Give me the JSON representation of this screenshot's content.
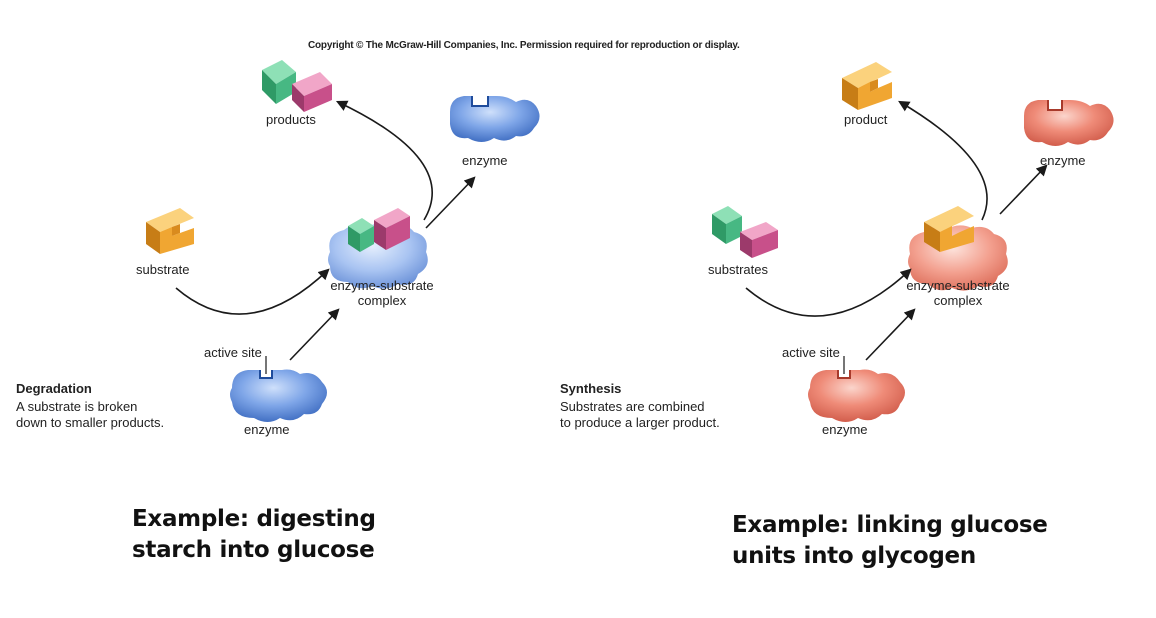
{
  "copyright": "Copyright © The McGraw-Hill Companies, Inc. Permission required for reproduction or display.",
  "colors": {
    "enzyme_blue": "#4a7fd1",
    "enzyme_red": "#e26a5a",
    "substrate_orange": "#f0a632",
    "product_green": "#3fae7a",
    "product_pink": "#c8508a",
    "arrow": "#1a1a1a"
  },
  "left": {
    "products_label": "products",
    "enzyme_top_label": "enzyme",
    "substrate_label": "substrate",
    "complex_label_line1": "enzyme-substrate",
    "complex_label_line2": "complex",
    "active_site_label": "active site",
    "enzyme_bottom_label": "enzyme",
    "caption_title": "Degradation",
    "caption_line1": "A substrate is broken",
    "caption_line2": "down to smaller products.",
    "example_line1": "Example: digesting",
    "example_line2": "starch into glucose"
  },
  "right": {
    "product_label": "product",
    "enzyme_top_label": "enzyme",
    "substrates_label": "substrates",
    "complex_label_line1": "enzyme-substrate",
    "complex_label_line2": "complex",
    "active_site_label": "active site",
    "enzyme_bottom_label": "enzyme",
    "caption_title": "Synthesis",
    "caption_line1": "Substrates  are combined",
    "caption_line2": "to produce a larger product.",
    "example_line1": "Example: linking glucose",
    "example_line2": "units into glycogen"
  }
}
